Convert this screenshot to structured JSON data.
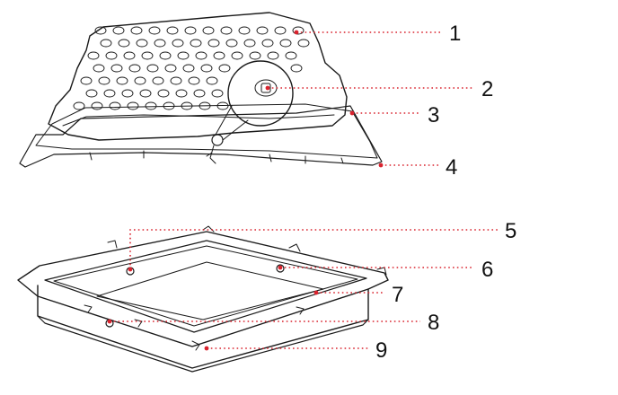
{
  "diagram": {
    "callouts": [
      {
        "id": "callout-1",
        "label": "1"
      },
      {
        "id": "callout-2",
        "label": "2"
      },
      {
        "id": "callout-3",
        "label": "3"
      },
      {
        "id": "callout-4",
        "label": "4"
      },
      {
        "id": "callout-5",
        "label": "5"
      },
      {
        "id": "callout-6",
        "label": "6"
      },
      {
        "id": "callout-7",
        "label": "7"
      },
      {
        "id": "callout-8",
        "label": "8"
      },
      {
        "id": "callout-9",
        "label": "9"
      }
    ],
    "colors": {
      "leader": "#d9232e",
      "line_art": "#1a1a1a",
      "background": "#ffffff"
    }
  }
}
